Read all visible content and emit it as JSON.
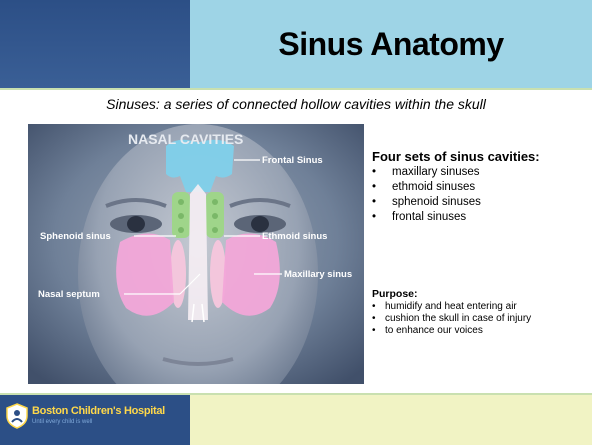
{
  "slide": {
    "title": "Sinus Anatomy",
    "subtitle": "Sinuses: a series of connected hollow cavities within the skull"
  },
  "image": {
    "title": "NASAL CAVITIES",
    "labels": {
      "frontal": "Frontal Sinus",
      "sphenoid": "Sphenoid sinus",
      "ethmoid": "Ethmoid sinus",
      "maxillary": "Maxillary sinus",
      "septum": "Nasal septum"
    }
  },
  "sections": {
    "sets": {
      "heading": "Four sets of sinus cavities:",
      "items": [
        "maxillary sinuses",
        "ethmoid sinuses",
        "sphenoid sinuses",
        "frontal sinuses"
      ]
    },
    "purpose": {
      "heading": "Purpose:",
      "items": [
        "humidify and heat entering air",
        "cushion the skull in case of injury",
        "to enhance our voices"
      ]
    }
  },
  "footer": {
    "logo_name": "Boston Children's Hospital",
    "logo_tagline": "Until every child is well"
  },
  "colors": {
    "header_dark": "#2c4f86",
    "header_light": "#9ed4e6",
    "footer_light": "#f1f3c4",
    "sinus_frontal": "#7fd0ea",
    "sinus_maxillary": "#f2a6d8",
    "sinus_ethmoid": "#9fd58a"
  }
}
